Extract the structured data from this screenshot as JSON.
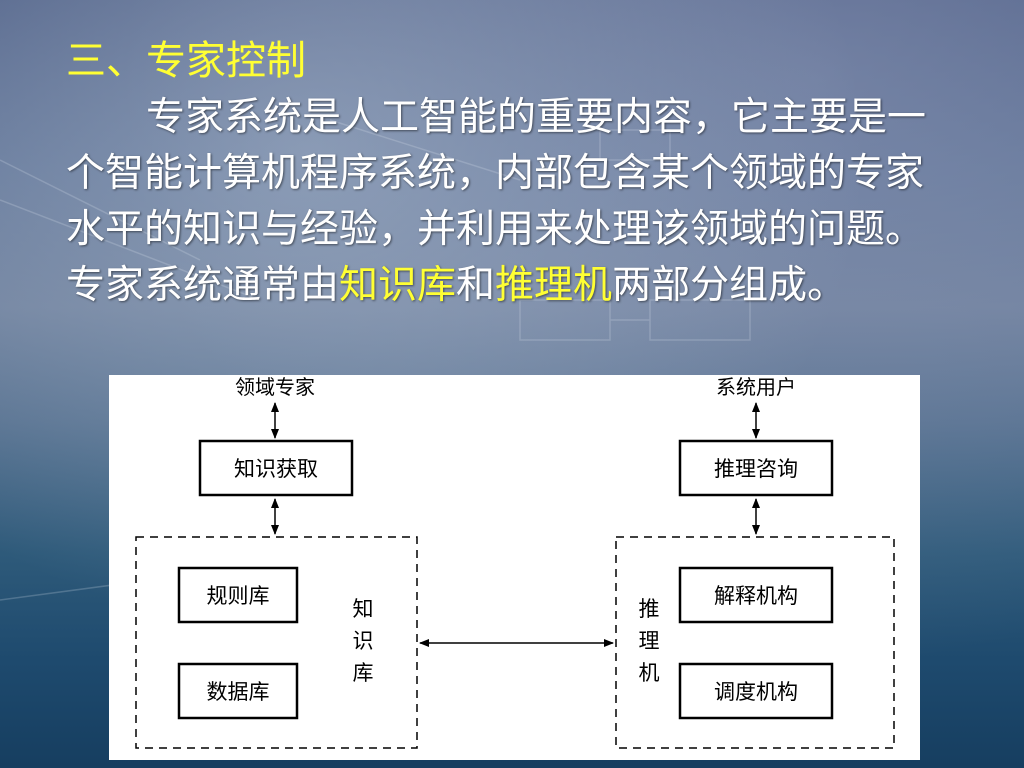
{
  "slide": {
    "heading": "三、专家控制",
    "paragraph": {
      "part1": "专家系统是人工智能的重要内容，它主要是一个智能计算机程序系统，内部包含某个领域的专家水平的知识与经验，并利用来处理该领域的问题。专家系统通常由",
      "highlight1": "知识库",
      "part2": "和",
      "highlight2": "推理机",
      "part3": "两部分组成。"
    }
  },
  "diagram": {
    "labels": {
      "domain_expert": "领域专家",
      "system_user": "系统用户"
    },
    "boxes": {
      "knowledge_acquisition": "知识获取",
      "inference_consultation": "推理咨询",
      "rule_base": "规则库",
      "database": "数据库",
      "explanation_mechanism": "解释机构",
      "scheduling_mechanism": "调度机构"
    },
    "groups": {
      "knowledge_base": [
        "知",
        "识",
        "库"
      ],
      "inference_engine": [
        "推",
        "理",
        "机"
      ]
    }
  },
  "colors": {
    "heading": "#ffff33",
    "body_text": "#ffffff",
    "highlight": "#ffff33",
    "diagram_background": "#ffffff",
    "diagram_ink": "#000000"
  }
}
